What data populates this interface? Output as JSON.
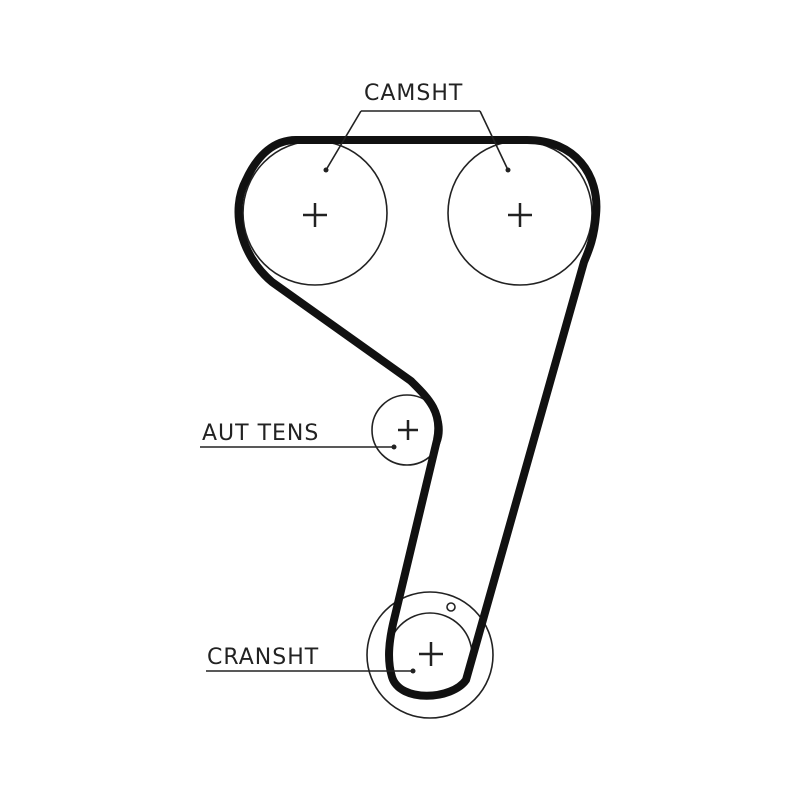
{
  "diagram": {
    "labels": {
      "camshaft": "CAMSHT",
      "tensioner": "AUT TENS",
      "crankshaft": "CRANSHT"
    },
    "components": [
      {
        "id": "camshaft-left",
        "type": "pulley",
        "label_ref": "camshaft"
      },
      {
        "id": "camshaft-right",
        "type": "pulley",
        "label_ref": "camshaft"
      },
      {
        "id": "auto-tensioner",
        "type": "tensioner-pulley",
        "label_ref": "tensioner"
      },
      {
        "id": "crankshaft",
        "type": "sprocket",
        "label_ref": "crankshaft"
      }
    ],
    "colors": {
      "line": "#111111",
      "background": "#ffffff"
    }
  }
}
